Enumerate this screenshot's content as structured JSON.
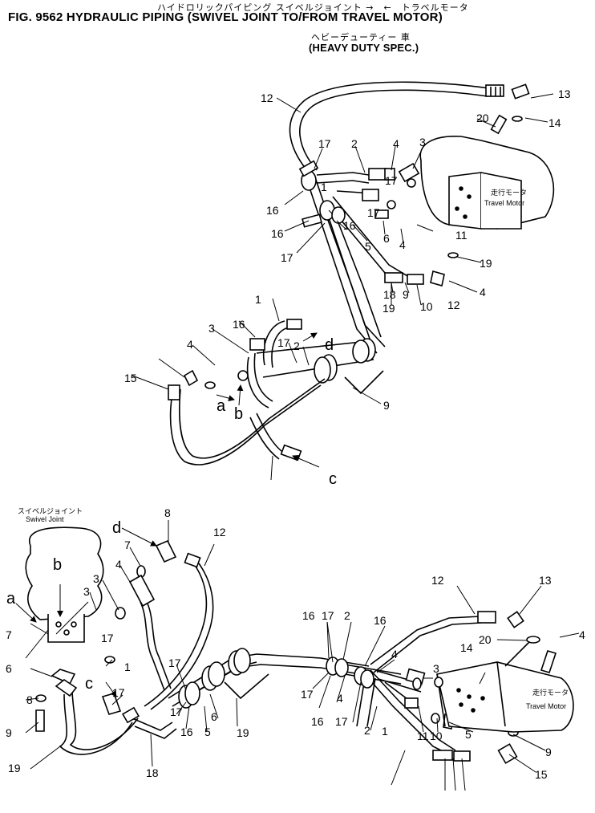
{
  "header": {
    "japanese_title": "ハイドロリックパイピング スイベルジョイント →　←　トラベルモータ",
    "title": "FIG. 9562  HYDRAULIC PIPING (SWIVEL JOINT TO/FROM TRAVEL MOTOR)",
    "japanese_spec": "ヘビーデューティー 車",
    "spec": "(HEAVY DUTY SPEC.)"
  },
  "component_labels": {
    "travel_motor_jp": "走行モータ",
    "travel_motor_en": "Travel Motor",
    "swivel_joint_jp": "スイベルジョイント",
    "swivel_joint_en": "Swivel Joint"
  },
  "connection_letters": [
    "a",
    "b",
    "c",
    "d"
  ],
  "part_numbers": [
    "1",
    "2",
    "3",
    "4",
    "5",
    "6",
    "7",
    "8",
    "9",
    "10",
    "11",
    "12",
    "13",
    "14",
    "15",
    "16",
    "17",
    "18",
    "19",
    "20"
  ],
  "top_view": {
    "callouts": [
      "12",
      "13",
      "20",
      "14",
      "17",
      "2",
      "4",
      "3",
      "1",
      "16",
      "17",
      "16",
      "17",
      "16",
      "17",
      "5",
      "6",
      "4",
      "11",
      "19",
      "18",
      "19",
      "9",
      "10",
      "4",
      "12",
      "1",
      "3",
      "4",
      "16",
      "17",
      "2",
      "15",
      "9"
    ]
  },
  "bottom_view": {
    "callouts": [
      "8",
      "12",
      "7",
      "4",
      "3",
      "12",
      "13",
      "3",
      "7",
      "1",
      "17",
      "16",
      "17",
      "2",
      "16",
      "4",
      "3",
      "14",
      "20",
      "4",
      "6",
      "8",
      "17",
      "17",
      "17",
      "16",
      "17",
      "17",
      "16",
      "5",
      "6",
      "4",
      "1",
      "11",
      "10",
      "5",
      "2",
      "9",
      "15",
      "9",
      "19",
      "18",
      "19"
    ]
  }
}
